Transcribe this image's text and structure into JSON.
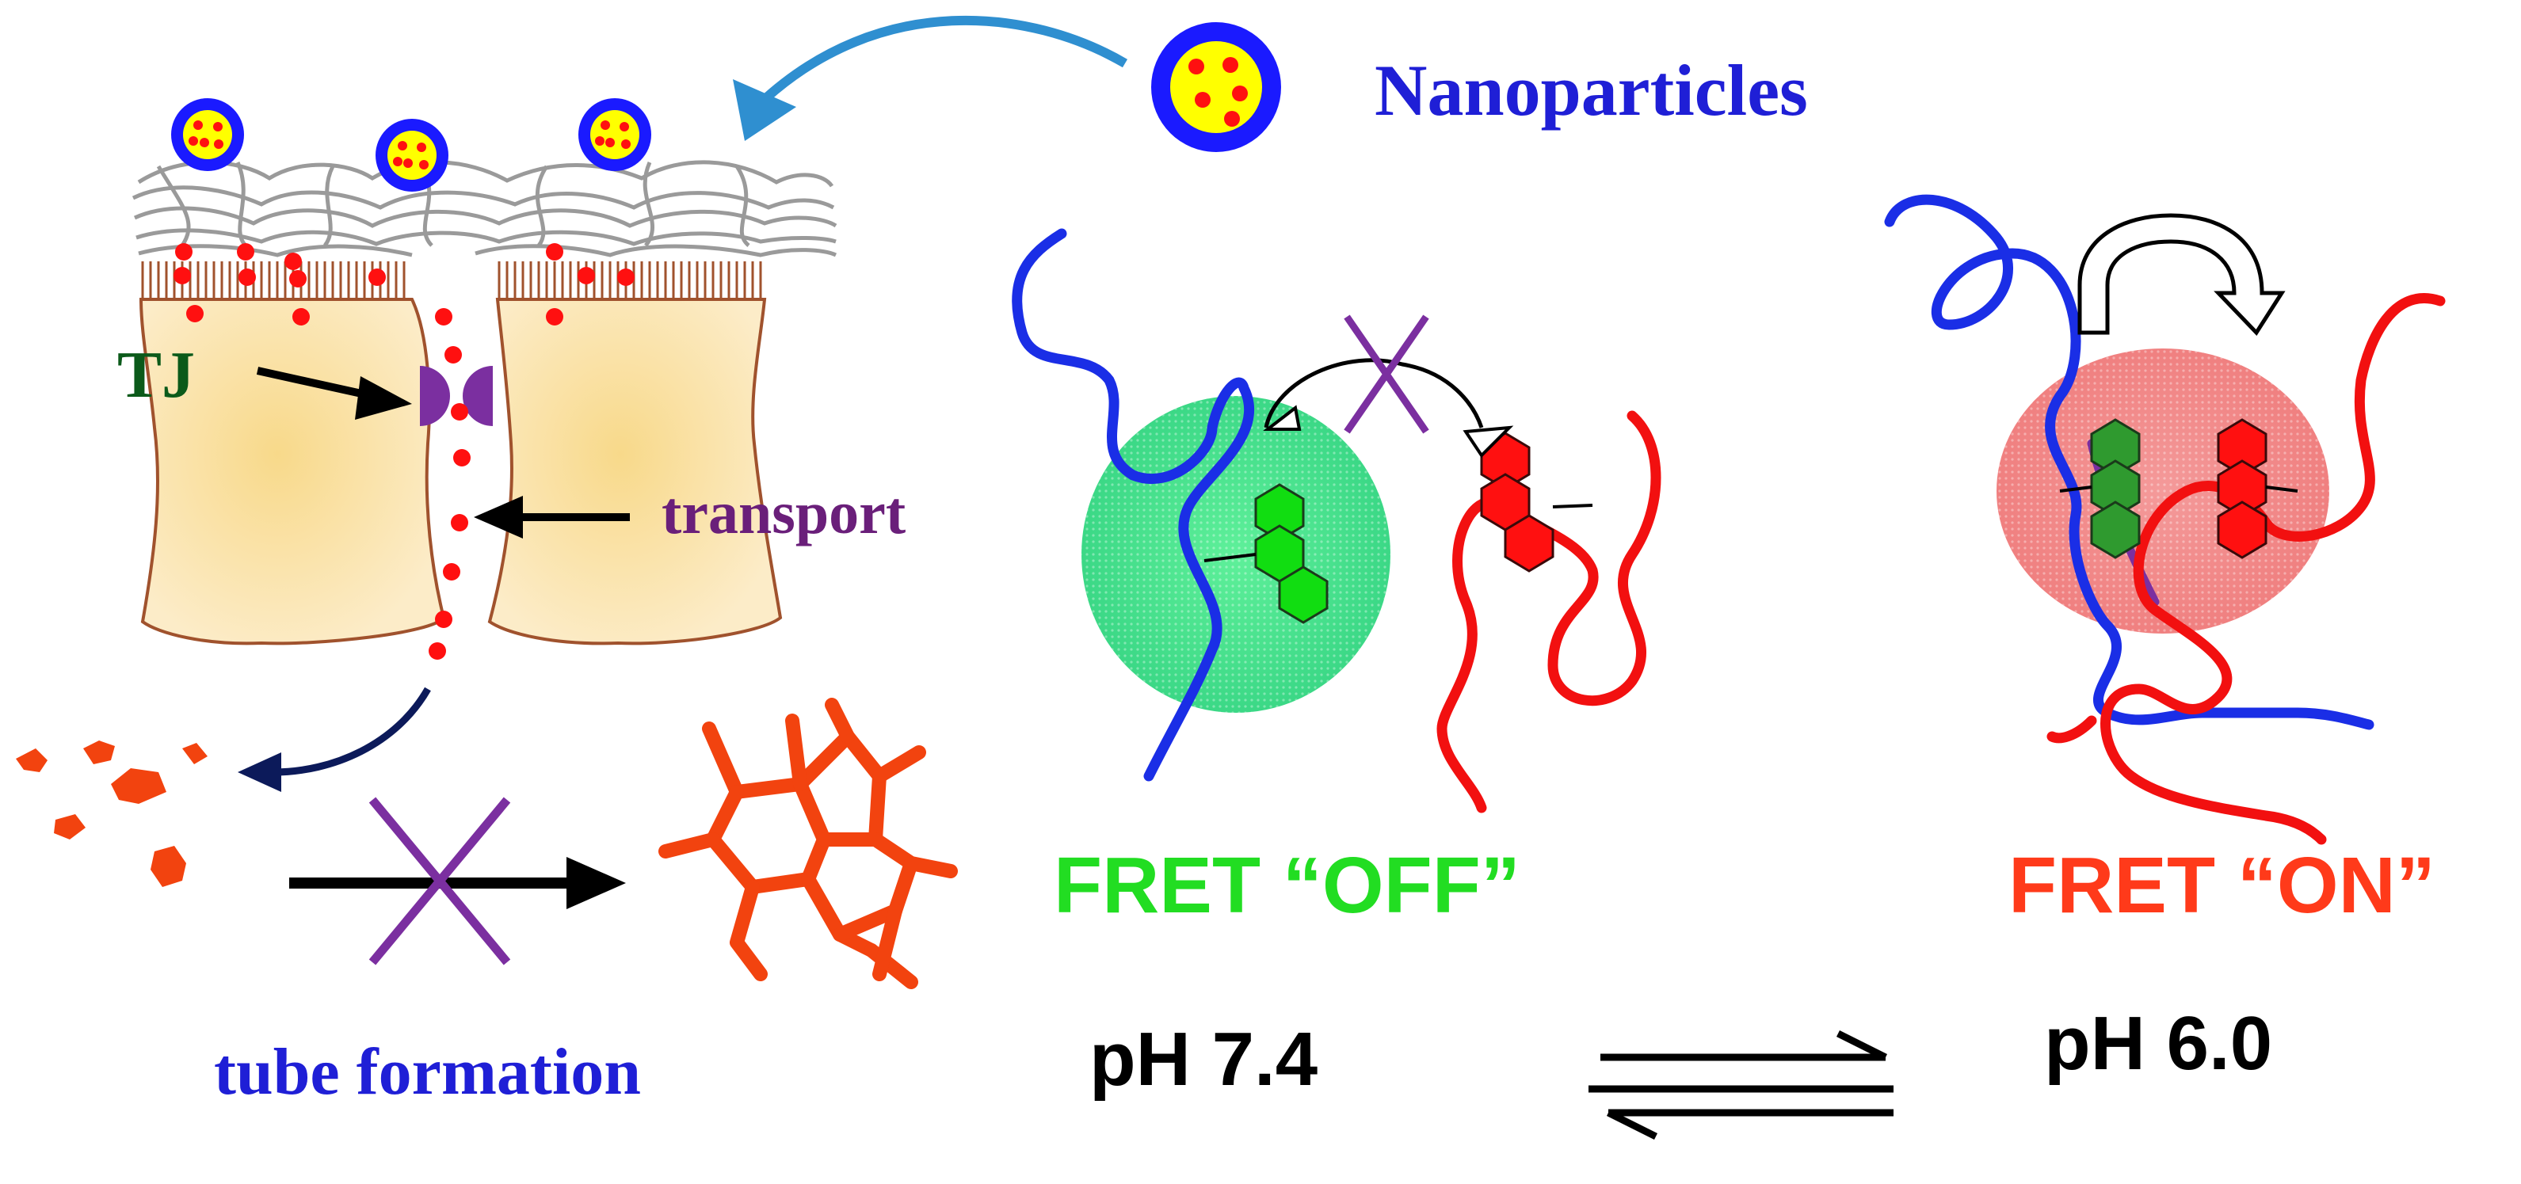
{
  "labels": {
    "nanoparticles": "Nanoparticles",
    "tj": "TJ",
    "transport": "transport",
    "tube_formation": "tube formation",
    "fret_off": "FRET “OFF”",
    "fret_on": "FRET “ON”",
    "ph_left": "pH 7.4",
    "ph_right": "pH 6.0"
  },
  "colors": {
    "background": "#ffffff",
    "nanoparticle_shell": "#1a1aff",
    "nanoparticle_core": "#ffff00",
    "drug_dot": "#ff1010",
    "mucus": "#9a9a9a",
    "cell_fill": "#fbe6b2",
    "cell_outline": "#a0522d",
    "tight_junction": "#7b2fa0",
    "tj_text": "#0b5a1a",
    "transport_text": "#6a1f7a",
    "nanoparticles_text": "#1f1fd6",
    "tube_text": "#1f1fd6",
    "tube_fragments": "#f2430f",
    "blue_chain": "#1a2ee6",
    "red_chain": "#f21010",
    "green_glow": "#34e07a",
    "red_glow": "#f07a7a",
    "green_hex": "#11dd11",
    "red_hex": "#ff1010",
    "cross": "#7b2fa0",
    "fret_off_text": "#22dd22",
    "fret_on_text": "#ff3a1a",
    "black": "#000000"
  },
  "icons": [
    "nanoparticle-icon",
    "curved-arrow-icon",
    "inhibition-cross-icon",
    "equilibrium-arrows-icon",
    "fret-transfer-arrow-icon"
  ]
}
